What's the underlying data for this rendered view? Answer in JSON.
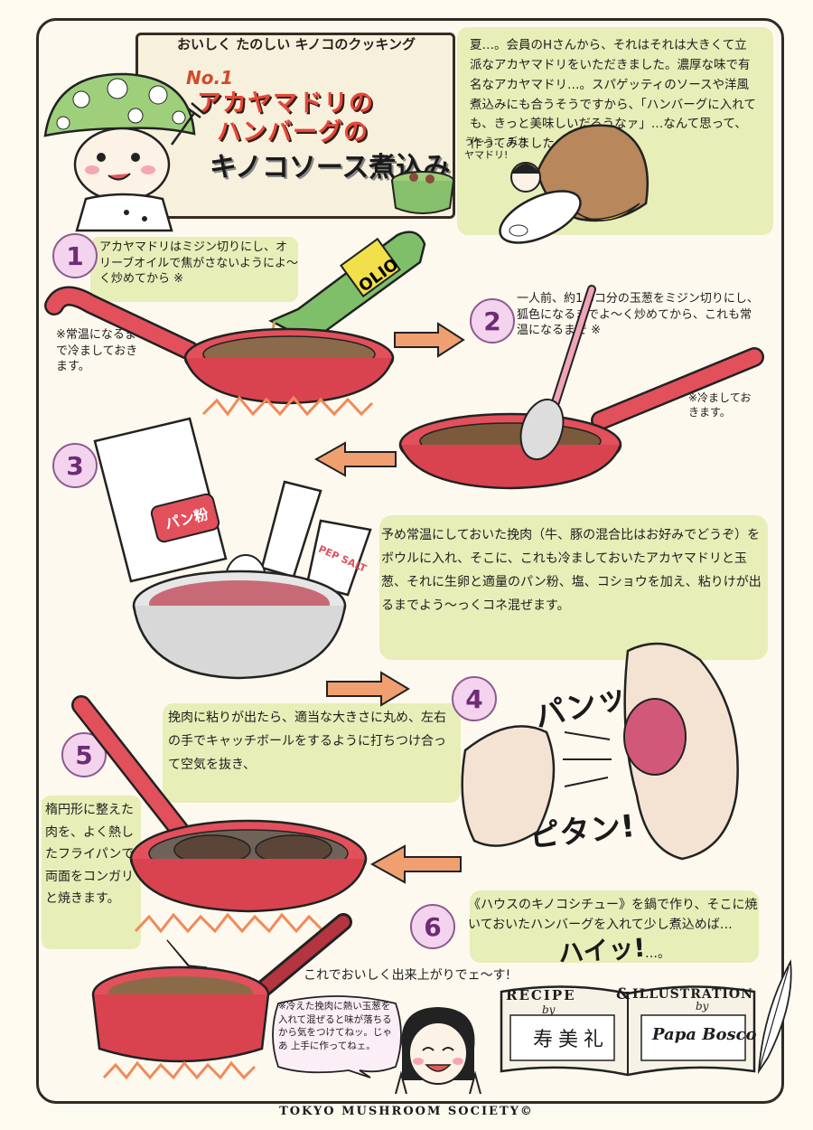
{
  "header": {
    "series": "おいしく たのしい キノコのクッキング",
    "number": "No.1",
    "title_line1": "アカヤマドリの",
    "title_line2": "ハンバーグの",
    "title_line3": "キノコソース煮込み"
  },
  "intro": "夏…。会員のHさんから、それはそれは大きくて立派なアカヤマドリをいただきました。濃厚な味で有名なアカヤマドリ…。スパゲッティのソースや洋風煮込みにも合うそうですから、「ハンバーグに入れても、きっと美味しいだろうなァ」…なんて思って、作ってみました。",
  "girl_speech": "う〜う… デカヤマドリ!",
  "steps": [
    {
      "num": "1",
      "text": "アカヤマドリはミジン切りにし、オリーブオイルで焦がさないようによ〜く炒めてから ※",
      "note": "※常温になるまで冷ましておきます。"
    },
    {
      "num": "2",
      "text": "一人前、約1/3コ分の玉葱をミジン切りにし、狐色になるまでよ〜く炒めてから、これも常温になるまで ※",
      "note": "※冷ましておきます。"
    },
    {
      "num": "3",
      "text": "予め常温にしておいた挽肉（牛、豚の混合比はお好みでどうぞ）をボウルに入れ、そこに、これも冷ましておいたアカヤマドリと玉葱、それに生卵と適量のパン粉、塩、コショウを加え、粘りけが出るまでよう〜っくコネ混ぜます。"
    },
    {
      "num": "4",
      "sfx1": "パンッ!",
      "sfx2": "ピタン!"
    },
    {
      "num": "5",
      "text": "挽肉に粘りが出たら、適当な大きさに丸め、左右の手でキャッチボールをするように打ちつけ合って空気を抜き、",
      "text2": "楕円形に整えた肉を、よく熱したフライパンで両面をコンガリと焼きます。"
    },
    {
      "num": "6",
      "text": "《ハウスのキノコシチュー》を鍋で作り、そこに焼いておいたハンバーグを入れて少し煮込めば…",
      "exclaim": "ハイッ!",
      "tail": "…。"
    }
  ],
  "done": "これでおいしく出来上がりでェ〜す!",
  "bubble": "※冷えた挽肉に熱い玉葱を入れて混ぜると味が落ちるから気をつけてねッ。じゃあ 上手に作ってねェ。",
  "bottle_label": "OLIO",
  "pack_label": "パン粉",
  "shaker_label": "PEP SALT",
  "credits": {
    "recipe": "RECIPE",
    "and": "&",
    "illustration": "ILLUSTRATION",
    "by": "by",
    "recipe_by": "寿美礼",
    "illustration_by": "Papa Bosco"
  },
  "footer": "TOKYO MUSHROOM SOCIETY©",
  "colors": {
    "pan_red": "#e2505c",
    "flame": "#f08a5a",
    "wash_green": "#d6e68c",
    "number_pink": "#f3d3ee",
    "arrow": "#f0a070"
  }
}
